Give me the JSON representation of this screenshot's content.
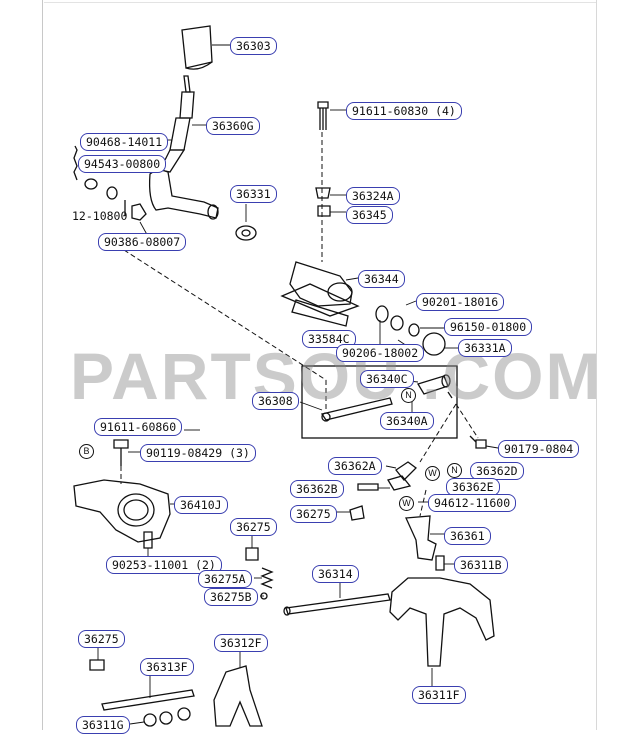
{
  "watermark": "PARTSOU  .COM",
  "labels": {
    "p36303": "36303",
    "p36360G": "36360G",
    "p90468": "90468-14011",
    "p94543": "94543-00800",
    "p12_10800": "12-10800",
    "p90386": "90386-08007",
    "p36331": "36331",
    "p91611_60830": "91611-60830 (4)",
    "p36324A": "36324A",
    "p36345": "36345",
    "p36344": "36344",
    "p90201": "90201-18016",
    "p33584C": "33584C",
    "p96150": "96150-01800",
    "p90206": "90206-18002",
    "p36331A": "36331A",
    "p36340C": "36340C",
    "p36308": "36308",
    "p36340A": "36340A",
    "p91611_60860": "91611-60860",
    "p90119": "90119-08429 (3)",
    "p90179": "90179-0804",
    "p36362A": "36362A",
    "p36362D": "36362D",
    "p36362B": "36362B",
    "p36362E": "36362E",
    "p36410J": "36410J",
    "p36275_a": "36275",
    "p94612": "94612-11600",
    "p36275_b": "36275",
    "p36361": "36361",
    "p90253": "90253-11001 (2)",
    "p36311B": "36311B",
    "p36275A": "36275A",
    "p36314": "36314",
    "p36275B": "36275B",
    "p36275_c": "36275",
    "p36312F": "36312F",
    "p36313F": "36313F",
    "p36311F": "36311F",
    "p36311G": "36311G"
  },
  "tags": {
    "b": "B",
    "n1": "N",
    "n2": "N",
    "w1": "W",
    "w2": "W"
  }
}
